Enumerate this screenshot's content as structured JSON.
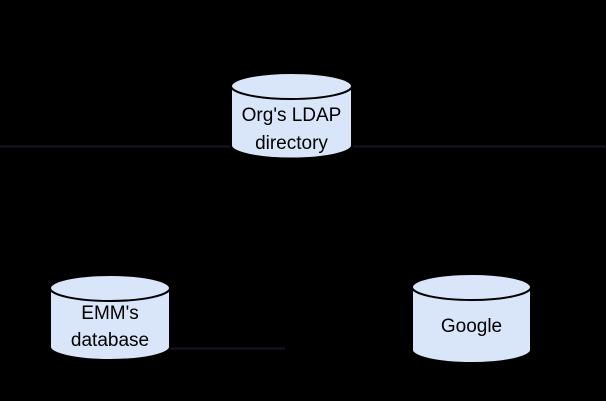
{
  "background_color": "#000000",
  "colors": {
    "node_fill": "#d9e5f9",
    "node_stroke": "#000000",
    "label_color": "#000000",
    "faint_line": "#12161f"
  },
  "diagram": {
    "type": "database-topology",
    "nodes": [
      {
        "id": "org-ldap-directory",
        "shape": "cylinder",
        "lines": [
          "Org's LDAP",
          "directory"
        ]
      },
      {
        "id": "emm-database",
        "shape": "cylinder",
        "lines": [
          "EMM's",
          "database"
        ]
      },
      {
        "id": "google",
        "shape": "cylinder",
        "lines": [
          "Google"
        ]
      }
    ],
    "connectors": [
      {
        "id": "ldap-right-line",
        "from": "org-ldap-directory",
        "orientation": "horizontal"
      },
      {
        "id": "emm-right-line",
        "from": "emm-database",
        "orientation": "horizontal"
      }
    ]
  }
}
